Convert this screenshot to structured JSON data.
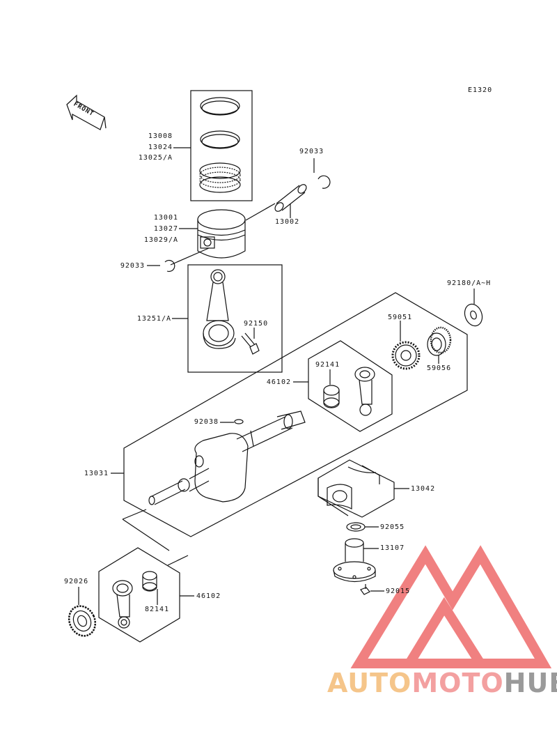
{
  "diagram": {
    "code": "E1320",
    "front_label": "FRONT",
    "part_labels": {
      "p13008": "13008",
      "p13024": "13024",
      "p13025": "13025/A",
      "p92033_top": "92033",
      "p13002": "13002",
      "p13001": "13001",
      "p13027": "13027",
      "p13029": "13029/A",
      "p92033_left": "92033",
      "p92180": "92180/A~H",
      "p13251": "13251/A",
      "p92150": "92150",
      "p59051": "59051",
      "p59056": "59056",
      "p92141_top": "92141",
      "p46102_top": "46102",
      "p92038": "92038",
      "p13031": "13031",
      "p13042": "13042",
      "p92055": "92055",
      "p13107": "13107",
      "p92015": "92015",
      "p92026": "92026",
      "p46102_bottom": "46102",
      "p82141": "82141"
    }
  },
  "watermark": {
    "part1": "AUTO",
    "part2": "MOTO",
    "part3": "HUB",
    "colors": {
      "triangle": "#f08080",
      "auto": "#f5c58a",
      "moto": "#f3a0a0",
      "hub": "#9a9a9a"
    }
  }
}
